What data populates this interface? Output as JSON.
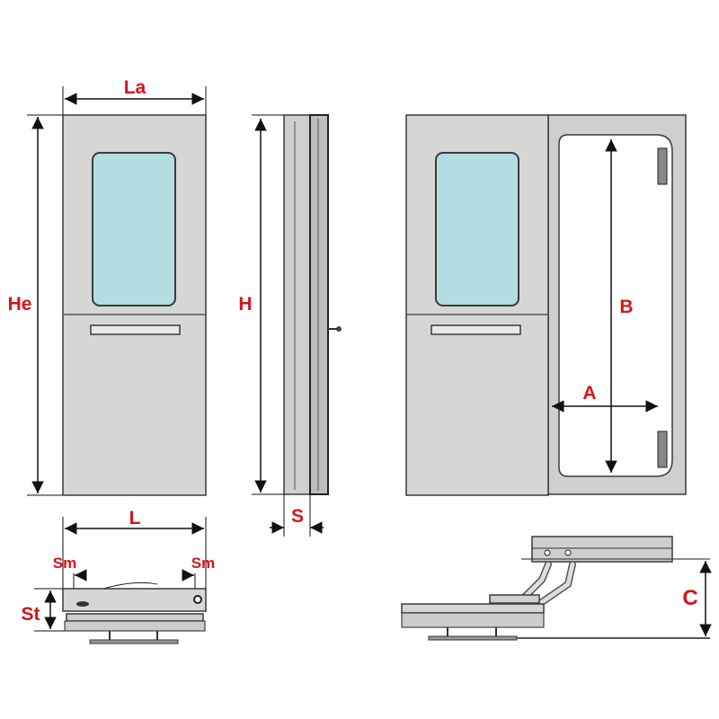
{
  "labels": {
    "La": "La",
    "He": "He",
    "H": "H",
    "S": "S",
    "B": "B",
    "A": "A",
    "L": "L",
    "Sm_left": "Sm",
    "Sm_right": "Sm",
    "St": "St",
    "C": "C"
  },
  "colors": {
    "dimension_label": "#d7141a",
    "door_panel": "#d6d6d6",
    "glass": "#b1dde3"
  }
}
